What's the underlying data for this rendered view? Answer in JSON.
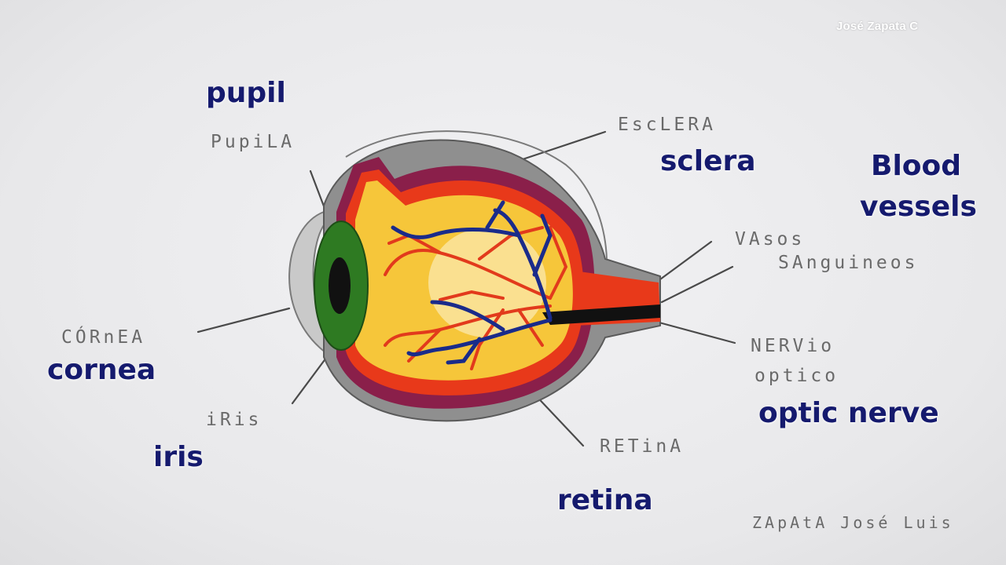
{
  "watermark": "José Zapata C",
  "labels_en": {
    "pupil": "pupil",
    "sclera": "sclera",
    "blood_vessels_line1": "Blood",
    "blood_vessels_line2": "vessels",
    "cornea": "cornea",
    "iris": "iris",
    "optic_nerve": "optic nerve",
    "retina": "retina"
  },
  "labels_es": {
    "pupila": "PupiLA",
    "esclera": "EscLERA",
    "vasos_line1": "VAsos",
    "vasos_line2": "SAnguineos",
    "cornea": "CÓRnEA",
    "iris": "iRis",
    "nervio_line1": "NERVio",
    "nervio_line2": "optico",
    "retina": "RETinA"
  },
  "signature": "ZApAtA José Luis",
  "colors": {
    "label_text": "#151a6e",
    "sclera_gray": "#9a9a9a",
    "choroid_purple": "#8a1f4a",
    "retina_red": "#e8391a",
    "vitreous_yellow": "#f6c63a",
    "iris_green": "#2e7a22",
    "vein_blue": "#1a2b8a",
    "nerve_black": "#111111"
  }
}
